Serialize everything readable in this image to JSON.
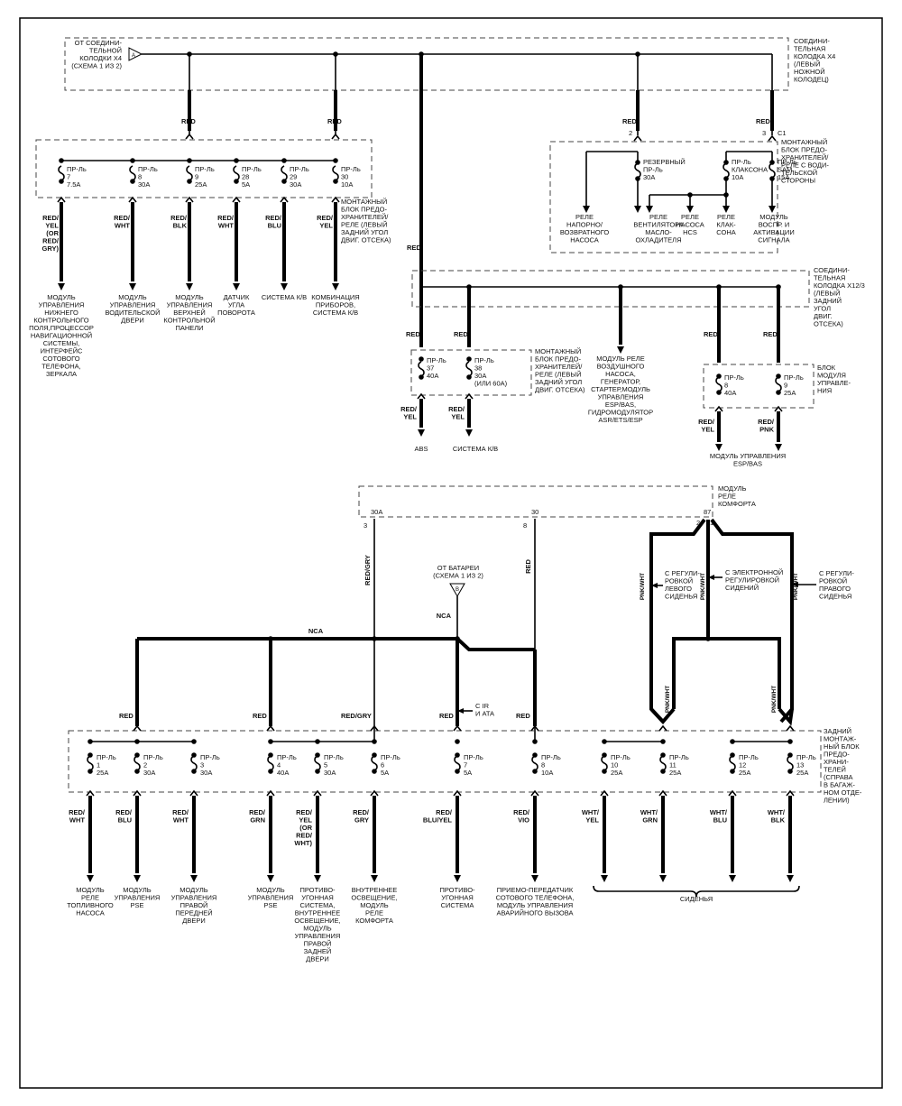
{
  "connectors": {
    "x4": "СОЕДИНИ-\nТЕЛЬНАЯ\nКОЛОДКА X4\n(ЛЕВЫЙ\nНОЖНОЙ\nКОЛОДЕЦ)",
    "from_x4": "ОТ СОЕДИНИ-\nТЕЛЬНОЙ\nКОЛОДКИ X4\n(СХЕМА 1 ИЗ 2)",
    "a_marker": "A",
    "x12": "СОЕДИНИ-\nТЕЛЬНАЯ\nКОЛОДКА X12/3\n(ЛЕВЫЙ\nЗАДНИЙ\nУГОЛ\nДВИГ.\nОТСЕКА)",
    "from_battery": "ОТ БАТАРЕИ\n(СХЕМА 1 ИЗ 2)",
    "b_marker": "B"
  },
  "blocks": {
    "left_fusebox": "МОНТАЖНЫЙ\nБЛОК ПРЕДО-\nХРАНИТЕЛЕЙ/\nРЕЛЕ (ЛЕВЫЙ\nЗАДНИЙ УГОЛ\nДВИГ. ОТСЕКА)",
    "driver_fusebox": "МОНТАЖНЫЙ\nБЛОК ПРЕДО-\nХРАНИТЕЛЕЙ/\nРЕЛЕ С ВОДИ-\nТЕЛЬСКОЙ\nСТОРОНЫ",
    "mid_fusebox": "МОНТАЖНЫЙ\nБЛОК ПРЕДО-\nХРАНИТЕЛЕЙ/\nРЕЛЕ (ЛЕВЫЙ\nЗАДНИЙ УГОЛ\nДВИГ. ОТСЕКА)",
    "control_block": "БЛОК\nМОДУЛЯ\nУПРАВЛЕ-\nНИЯ",
    "comfort_relay": "МОДУЛЬ\nРЕЛЕ\nКОМФОРТА",
    "rear_fusebox": "ЗАДНИЙ\nМОНТАЖ-\nНЫЙ БЛОК\nПРЕДО-\nХРАНИ-\nТЕЛЕЙ\n(СПРАВА\nВ БАГАЖ-\nНОМ ОТДЕ-\nЛЕНИИ)"
  },
  "top_fuses": [
    {
      "label": "ПР-Ль\n7\n7.5A",
      "wire": "RED/\nYEL\n(OR\nRED/\nGRY)",
      "dest": "МОДУЛЬ\nУПРАВЛЕНИЯ\nНИЖНЕГО\nКОНТРОЛЬНОГО\nПОЛЯ,ПРОЦЕССОР\nНАВИГАЦИОННОЙ\nСИСТЕМЫ,\nИНТЕРФЕЙС\nСОТОВОГО\nТЕЛЕФОНА,\nЗЕРКАЛА"
    },
    {
      "label": "ПР-Ль\n8\n30A",
      "wire": "RED/\nWHT",
      "dest": "МОДУЛЬ\nУПРАВЛЕНИЯ\nВОДИТЕЛЬСКОЙ\nДВЕРИ"
    },
    {
      "label": "ПР-Ль\n9\n25A",
      "wire": "RED/\nBLK",
      "dest": "МОДУЛЬ\nУПРАВЛЕНИЯ\nВЕРХНЕЙ\nКОНТРОЛЬНОЙ\nПАНЕЛИ"
    },
    {
      "label": "ПР-Ль\n28\n5A",
      "wire": "RED/\nWHT",
      "dest": "ДАТЧИК\nУГЛА\nПОВОРОТА"
    },
    {
      "label": "ПР-Ль\n29\n30A",
      "wire": "RED/\nBLU",
      "dest": "СИСТЕМА К/В"
    },
    {
      "label": "ПР-Ль\n30\n10A",
      "wire": "RED/\nYEL",
      "dest": "КОМБИНАЦИЯ\nПРИБОРОВ,\nСИСТЕМА К/В"
    }
  ],
  "driver_items": {
    "spare": "РЕЗЕРВНЫЙ\nПР-Ль\n30A",
    "horn_fuse": "ПР-Ль\nКЛАКСОНА\n10A",
    "sam_fuse": "ПР-Ль\nSAM\n15A",
    "pin2": "2",
    "pin3": "3",
    "pinC1": "C1",
    "relays": [
      "РЕЛЕ\nНАПОРНО/\nВОЗВРАТНОГО\nНАСОСА",
      "РЕЛЕ\nВЕНТИЛЯТОРА\nМАСЛО-\nОХЛАДИТЕЛЯ",
      "РЕЛЕ\nНАСОСА\nHCS",
      "РЕЛЕ\nКЛАК-\nСОНА",
      "МОДУЛЬ\nВОСПР. И\nАКТИВАЦИИ\nСИГНАЛА"
    ]
  },
  "mid_fuses": [
    {
      "label": "ПР-Ль\n37\n40A",
      "wire": "RED/\nYEL",
      "dest": "ABS"
    },
    {
      "label": "ПР-Ль\n38\n30A\n(ИЛИ 60A)",
      "wire": "RED/\nYEL",
      "dest": "СИСТЕМА К/В"
    }
  ],
  "relay_module": "МОДУЛЬ РЕЛЕ\nВОЗДУШНОГО\nНАСОСА,\nГЕНЕРАТОР,\nСТАРТЕР,МОДУЛЬ\nУПРАВЛЕНИЯ\nESP/BAS,\nГИДРОМОДУЛЯТОР\nASR/ETS/ESP",
  "esp_fuses": [
    {
      "label": "ПР-Ль\n8\n40A",
      "wire": "RED/\nYEL"
    },
    {
      "label": "ПР-Ль\n9\n25A",
      "wire": "RED/\nPNK"
    }
  ],
  "esp_dest": "МОДУЛЬ УПРАВЛЕНИЯ\nESP/BAS",
  "wire_red": "RED",
  "comfort": {
    "t30a": "30A",
    "t30": "30",
    "t87": "87",
    "p3": "3",
    "p8": "8",
    "p2": "2",
    "p1": "1",
    "w1": "RED/GRY",
    "w2": "RED",
    "left_seat": "С РЕГУЛИ-\nРОВКОЙ\nЛЕВОГО\nСИДЕНЬЯ",
    "elec_seat": "С ЭЛЕКТРОННОЙ\nРЕГУЛИРОВКОЙ\nСИДЕНИЙ",
    "right_seat": "С РЕГУЛИ-\nРОВКОЙ\nПРАВОГО\nСИДЕНЬЯ",
    "pnkwht": "PNK/WHT"
  },
  "nca": "NCA",
  "ir_note": "С IR\nИ ATA",
  "rear_fuses": [
    {
      "label": "ПР-Ль\n1\n25A",
      "wire": "RED/\nWHT",
      "dest": "МОДУЛЬ\nРЕЛЕ\nТОПЛИВНОГО\nНАСОСА"
    },
    {
      "label": "ПР-Ль\n2\n30A",
      "wire": "RED/\nBLU",
      "dest": "МОДУЛЬ\nУПРАВЛЕНИЯ\nPSE"
    },
    {
      "label": "ПР-Ль\n3\n30A",
      "wire": "RED/\nWHT",
      "dest": "МОДУЛЬ\nУПРАВЛЕНИЯ\nПРАВОЙ\nПЕРЕДНЕЙ\nДВЕРИ"
    },
    {
      "label": "ПР-Ль\n4\n40A",
      "wire": "RED/\nGRN",
      "dest": "МОДУЛЬ\nУПРАВЛЕНИЯ\nPSE"
    },
    {
      "label": "ПР-Ль\n5\n30A",
      "wire": "RED/\nYEL\n(OR\nRED/\nWHT)",
      "dest": "ПРОТИВО-\nУГОННАЯ\nСИСТЕМА,\nВНУТРЕННЕЕ\nОСВЕЩЕНИЕ,\nМОДУЛЬ\nУПРАВЛЕНИЯ\nПРАВОЙ\nЗАДНЕЙ\nДВЕРИ"
    },
    {
      "label": "ПР-Ль\n6\n5A",
      "wire": "RED/\nGRY",
      "dest": "ВНУТРЕННЕЕ\nОСВЕЩЕНИЕ,\nМОДУЛЬ\nРЕЛЕ\nКОМФОРТА"
    },
    {
      "label": "ПР-Ль\n7\n5A",
      "wire": "RED/\nBLU/YEL",
      "dest": "ПРОТИВО-\nУГОННАЯ\nСИСТЕМА"
    },
    {
      "label": "ПР-Ль\n8\n10A",
      "wire": "RED/\nVIO",
      "dest": "ПРИЕМО-ПЕРЕДАТЧИК\nСОТОВОГО ТЕЛЕФОНА,\nМОДУЛЬ УПРАВЛЕНИЯ\nАВАРИЙНОГО ВЫЗОВА"
    },
    {
      "label": "ПР-Ль\n10\n25A",
      "wire": "WHT/\nYEL"
    },
    {
      "label": "ПР-Ль\n11\n25A",
      "wire": "WHT/\nGRN"
    },
    {
      "label": "ПР-Ль\n12\n25A",
      "wire": "WHT/\nBLU"
    },
    {
      "label": "ПР-Ль\n13\n25A",
      "wire": "WHT/\nBLK"
    }
  ],
  "rear_feed_labels": [
    "RED",
    "RED",
    "RED/GRY",
    "RED",
    "RED"
  ],
  "seats": "СИДЕНЬЯ"
}
